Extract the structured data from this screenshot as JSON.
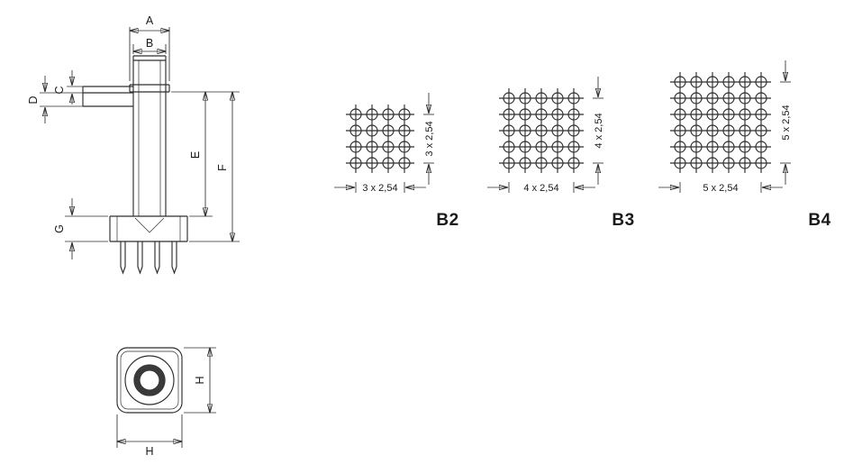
{
  "figure": {
    "line_color": "#2e2e2e",
    "text_color": "#1a1a1a"
  },
  "side_view": {
    "dims": {
      "a": "A",
      "b": "B",
      "c": "C",
      "d": "D",
      "e": "E",
      "f": "F",
      "g": "G"
    }
  },
  "bottom_view": {
    "dims": {
      "h_height": "H",
      "h_width": "H"
    }
  },
  "pin_grids": [
    {
      "label": "B2",
      "cols": 4,
      "rows": 4,
      "h_dim": "3 x 2,54",
      "v_dim": "3 x 2,54"
    },
    {
      "label": "B3",
      "cols": 5,
      "rows": 5,
      "h_dim": "4 x 2,54",
      "v_dim": "4 x 2,54"
    },
    {
      "label": "B4",
      "cols": 6,
      "rows": 6,
      "h_dim": "5 x 2,54",
      "v_dim": "5 x 2,54"
    }
  ]
}
